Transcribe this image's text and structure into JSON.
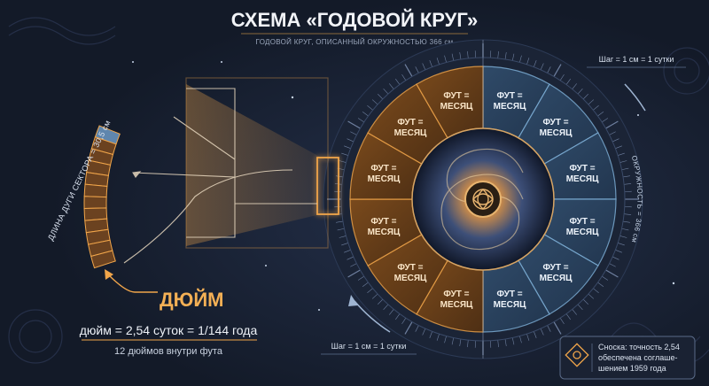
{
  "header": {
    "title": "СХЕМА «ГОДОВОЙ КРУГ»",
    "subtitle": "ГОДОВОЙ КРУГ, ОПИСАННЫЙ ОКРУЖНОСТЬЮ 366 см"
  },
  "left": {
    "arc_label": "ДЛИНА ДУГИ СЕКТОРА = 30,5 см",
    "inch_label": "ДЮЙМ",
    "equation": "дюйм = 2,54 суток = 1/144 года",
    "inches_note": "12 дюймов внутри фута"
  },
  "wheel": {
    "sector_label_line1": "ФУТ =",
    "sector_label_line2": "МЕСЯЦ",
    "circumference_label": "ОКРУЖНОСТЬ = 366 см",
    "step_top": "Шаг = 1 см = 1 сутки",
    "step_bottom": "Шаг = 1 см = 1 сутки"
  },
  "footnote": {
    "line1": "Сноска: точность 2,54",
    "line2": "обеспечена соглаше-",
    "line3": "шением 1959 года"
  },
  "colors": {
    "background": "#141c2b",
    "orange": "#f0a54a",
    "blue": "#7fb2d9",
    "text": "#e8ecf3"
  }
}
